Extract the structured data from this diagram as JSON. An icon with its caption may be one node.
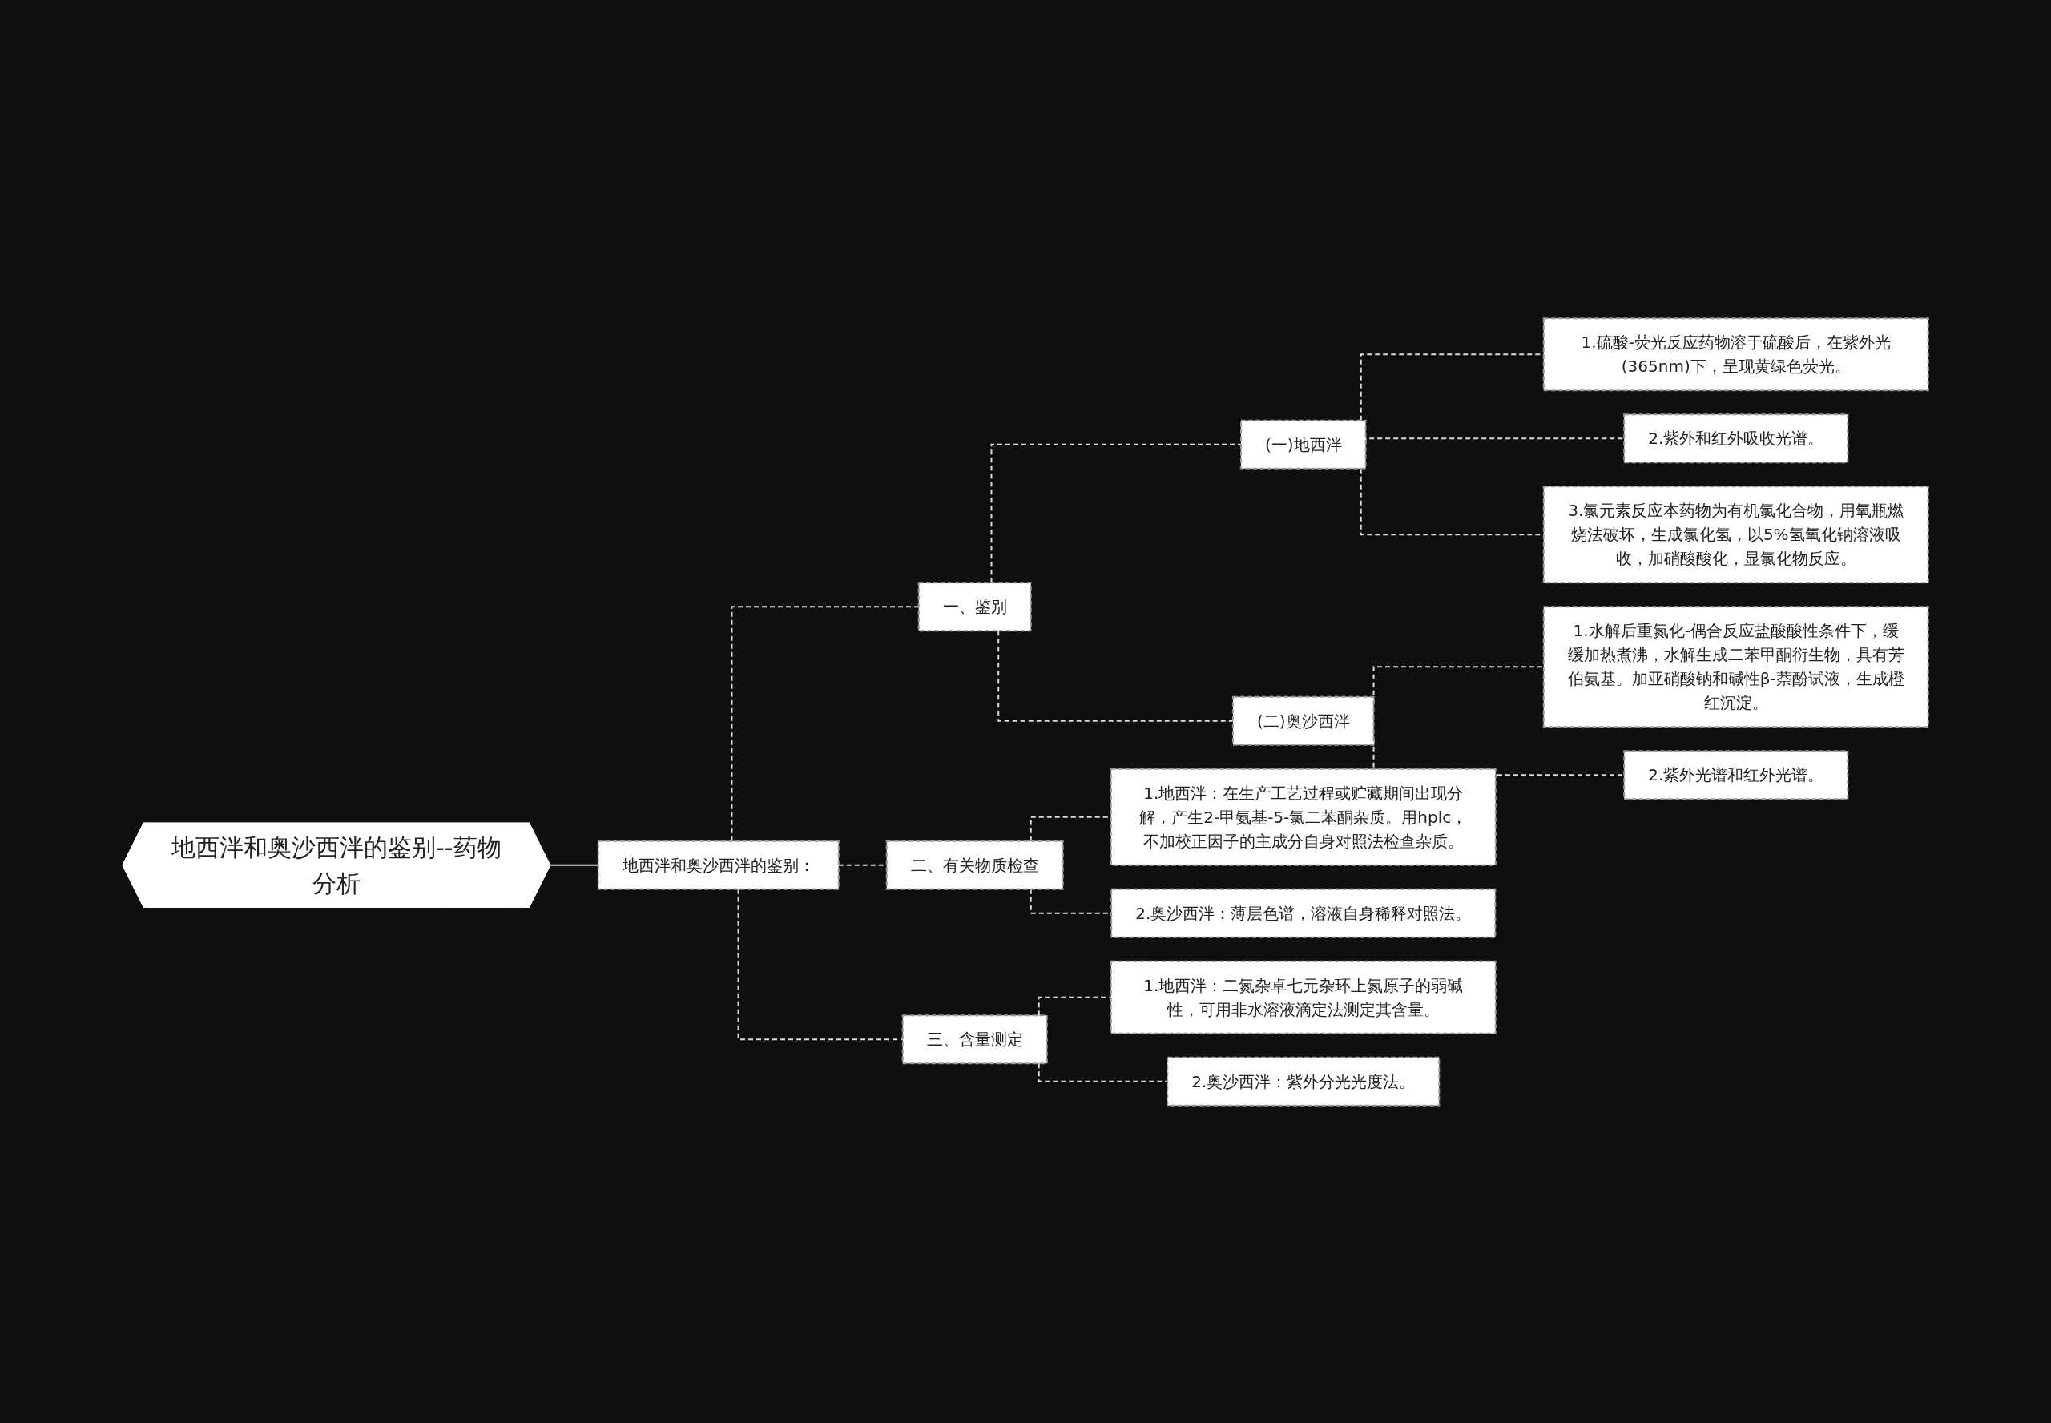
{
  "diagram": {
    "nodes": [
      {
        "text": [
          "地西泮和奥沙西泮的鉴别--药物分析"
        ]
      },
      {
        "text": [
          "地西泮和奥沙西泮的鉴别："
        ]
      },
      {
        "text": [
          "一、鉴别"
        ]
      },
      {
        "text": [
          "(一)地西泮"
        ]
      },
      {
        "text": [
          "1.硫酸-荧光反应药物溶于硫酸后，在紫外光(365nm)下，呈现黄绿色荧光。"
        ]
      },
      {
        "text": [
          "2.紫外和红外吸收光谱。"
        ]
      },
      {
        "text": [
          "3.氯元素反应本药物为有机氯化合物，用氧瓶燃烧法破坏，生成氯化氢，以5%氢氧化钠溶液吸收，加硝酸酸化，显氯化物反应。"
        ]
      },
      {
        "text": [
          "(二)奥沙西泮"
        ]
      },
      {
        "text": [
          "1.水解后重氮化-偶合反应盐酸酸性条件下，缓缓加热煮沸，水解生成二苯甲酮衍生物，具有芳伯氨基。加亚硝酸钠和碱性β-萘酚试液，生成橙红沉淀。"
        ]
      },
      {
        "text": [
          "2.紫外光谱和红外光谱。"
        ]
      },
      {
        "text": [
          "二、有关物质检查"
        ]
      },
      {
        "text": [
          "1.地西泮：在生产工艺过程或贮藏期间出现分解，产生2-甲氨基-5-氯二苯酮杂质。用hplc，不加校正因子的主成分自身对照法检查杂质。"
        ]
      },
      {
        "text": [
          "2.奥沙西泮：薄层色谱，溶液自身稀释对照法。"
        ]
      },
      {
        "text": [
          "三、含量测定"
        ]
      },
      {
        "text": [
          "1.地西泮：二氮杂卓七元杂环上氮原子的弱碱性，可用非水溶液滴定法测定其含量。"
        ]
      },
      {
        "text": [
          "2.奥沙西泮：紫外分光光度法。"
        ]
      }
    ],
    "edges": [
      {
        "from": 0,
        "to": 1,
        "arrow": "none"
      },
      {
        "from": 1,
        "to": 2,
        "arrow": "none",
        "style": "dashed"
      },
      {
        "from": 2,
        "to": 3,
        "arrow": "none",
        "style": "dashed"
      },
      {
        "from": 3,
        "to": 4,
        "arrow": "none",
        "style": "dashed"
      },
      {
        "from": 3,
        "to": 5,
        "arrow": "none",
        "style": "dashed"
      },
      {
        "from": 3,
        "to": 6,
        "arrow": "none",
        "style": "dashed"
      },
      {
        "from": 2,
        "to": 7,
        "arrow": "none",
        "style": "dashed"
      },
      {
        "from": 7,
        "to": 8,
        "arrow": "none",
        "style": "dashed"
      },
      {
        "from": 7,
        "to": 9,
        "arrow": "none",
        "style": "dashed"
      },
      {
        "from": 1,
        "to": 10,
        "arrow": "none",
        "style": "dashed"
      },
      {
        "from": 10,
        "to": 11,
        "arrow": "none",
        "style": "dashed"
      },
      {
        "from": 10,
        "to": 12,
        "arrow": "none",
        "style": "dashed"
      },
      {
        "from": 1,
        "to": 13,
        "arrow": "none",
        "style": "dashed"
      },
      {
        "from": 13,
        "to": 14,
        "arrow": "none",
        "style": "dashed"
      },
      {
        "from": 13,
        "to": 15,
        "arrow": "none",
        "style": "dashed"
      }
    ]
  }
}
